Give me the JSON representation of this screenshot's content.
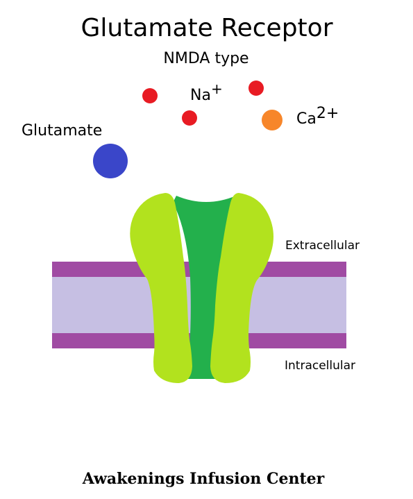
{
  "title": "Glutamate Receptor",
  "subtitle": "NMDA type",
  "ions": {
    "sodium_base": "Na",
    "sodium_charge": "+",
    "calcium_base": "Ca",
    "calcium_charge": "2+"
  },
  "ligand_label": "Glutamate",
  "membrane": {
    "extracellular_label": "Extracellular",
    "intracellular_label": "Intracellular"
  },
  "footer": "Awakenings Infusion Center",
  "colors": {
    "sodium_ion": "#e81b23",
    "calcium_ion": "#f7862a",
    "glutamate": "#3a46c9",
    "membrane_head": "#a04ba3",
    "membrane_core": "#c6bfe3",
    "receptor_outer": "#b2e21e",
    "receptor_channel": "#23b04c"
  }
}
